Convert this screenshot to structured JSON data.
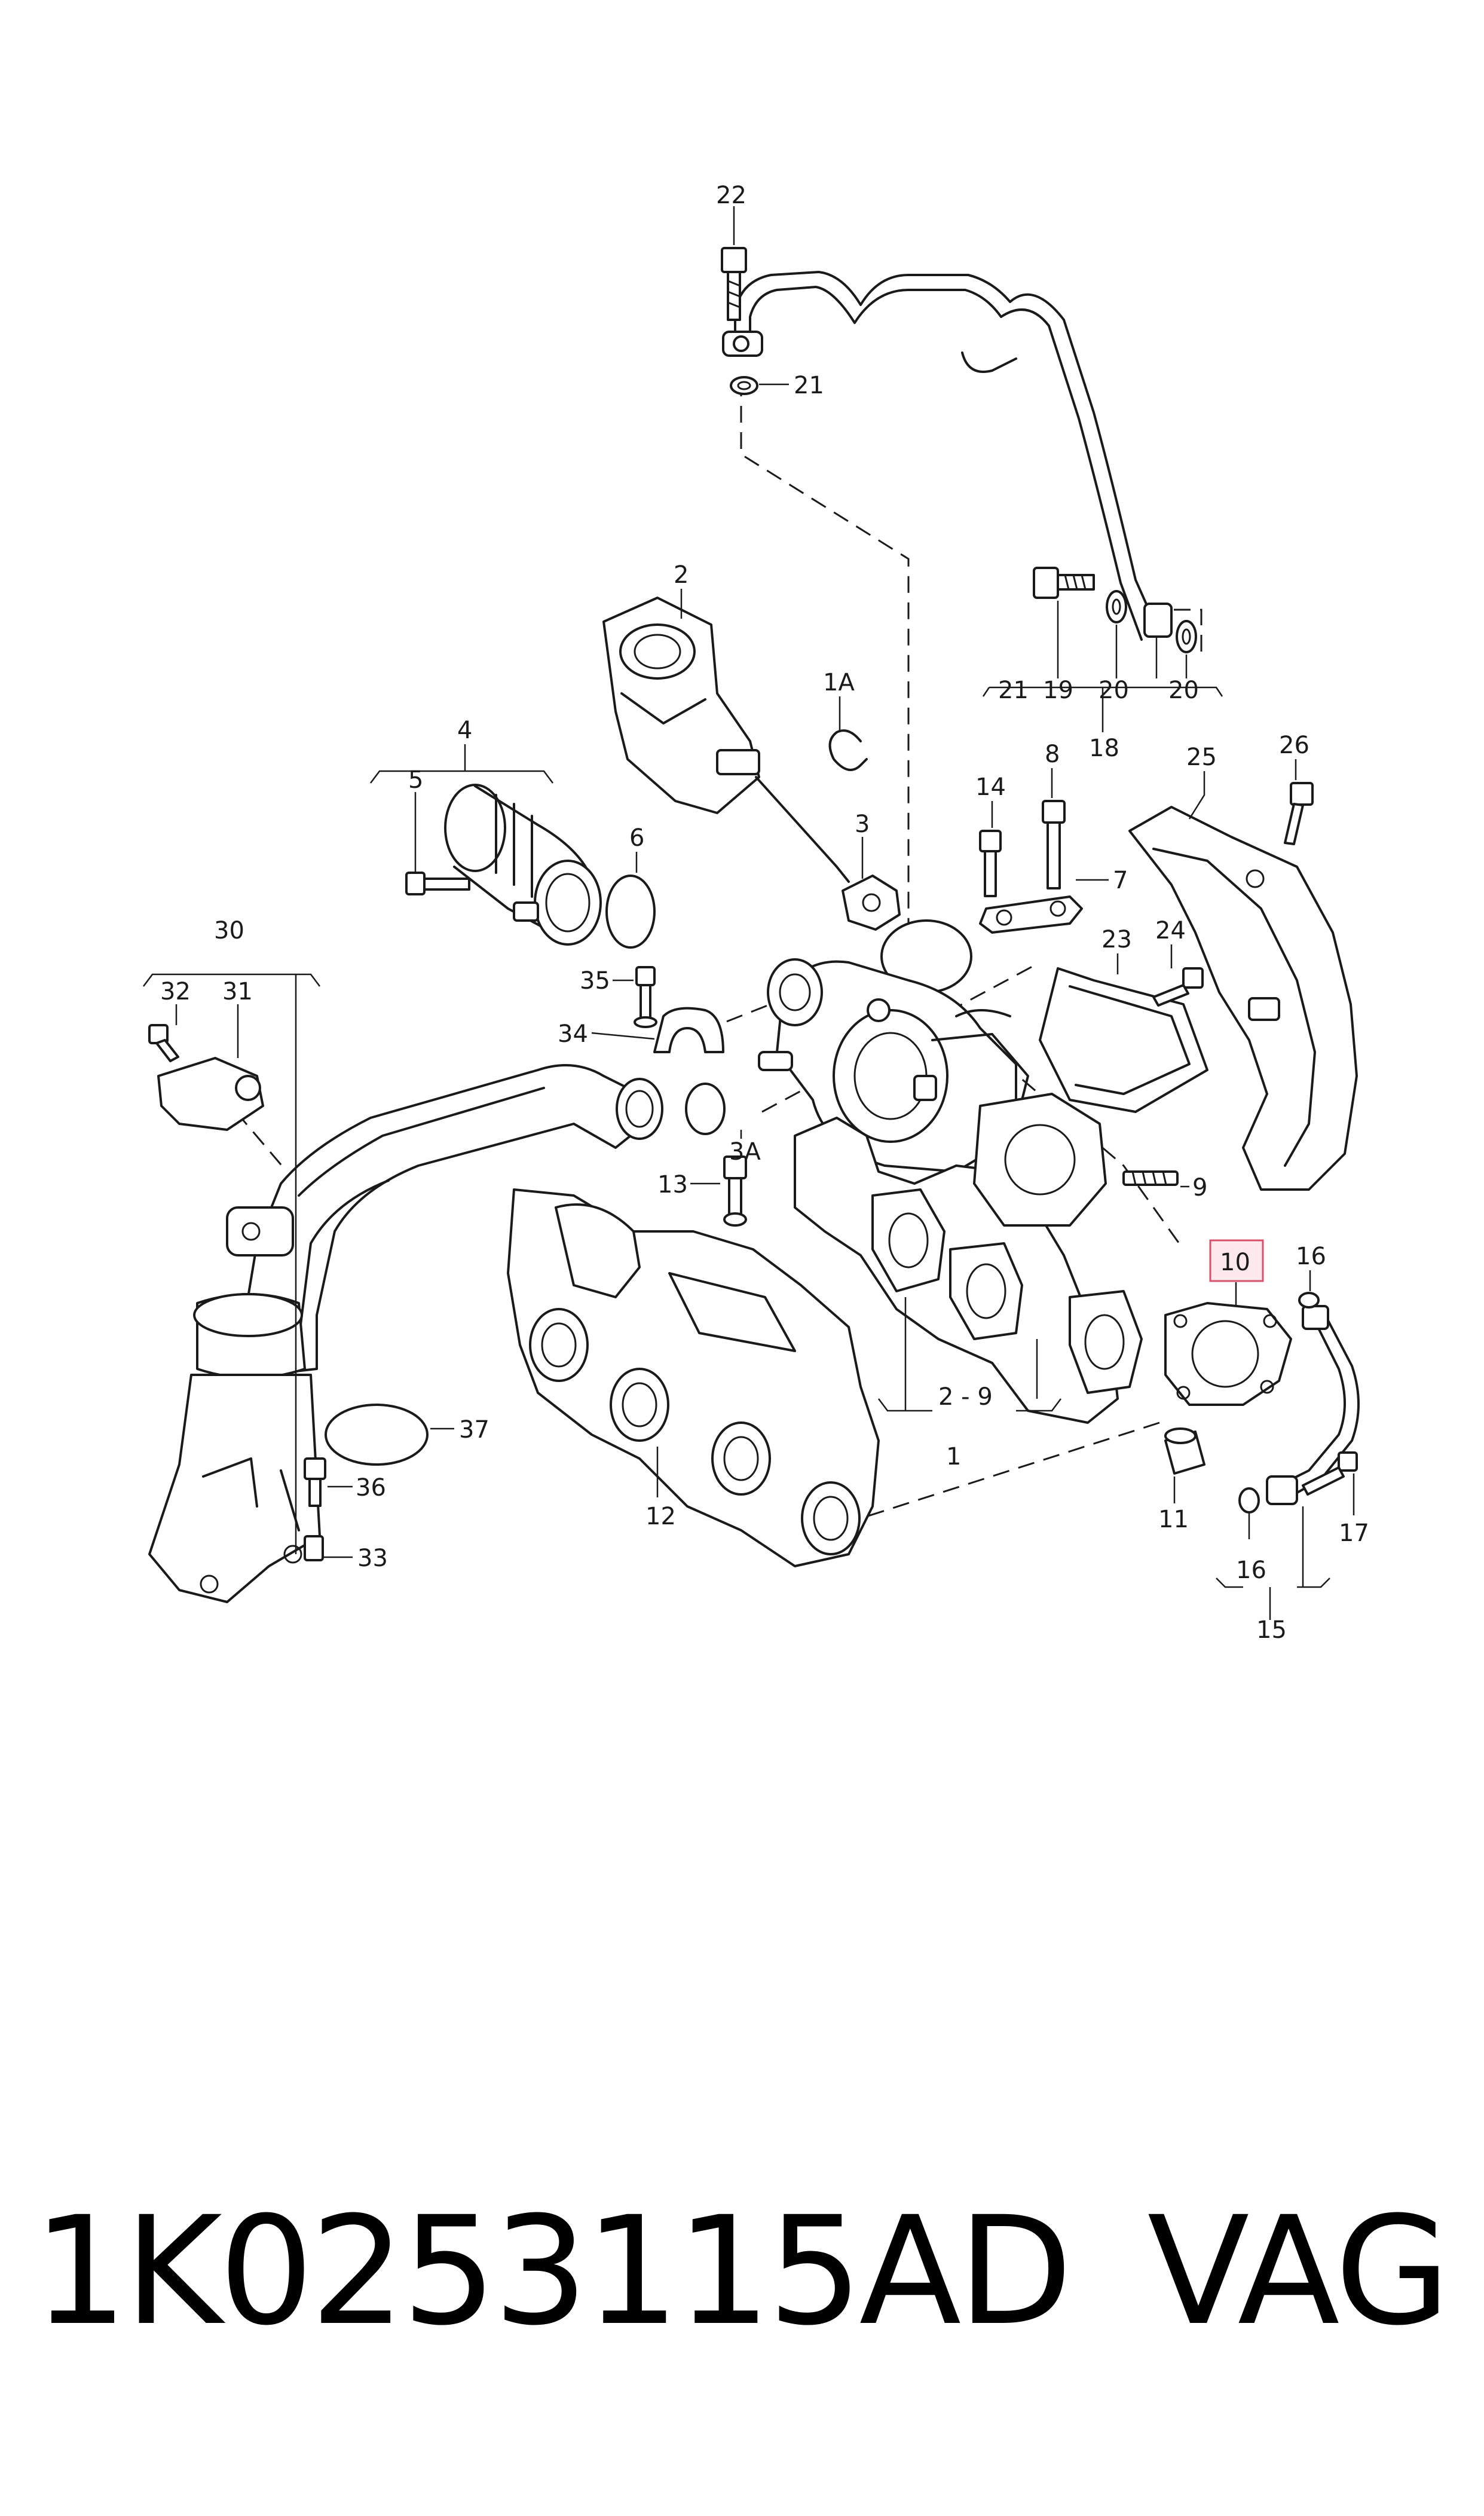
{
  "diagram": {
    "callouts": {
      "c1": "1",
      "c1A": "1A",
      "c2": "2",
      "c2_9": "2 - 9",
      "c3": "3",
      "c3A": "3A",
      "c4": "4",
      "c5": "5",
      "c6": "6",
      "c7": "7",
      "c8": "8",
      "c9": "9",
      "c10": "10",
      "c11": "11",
      "c12": "12",
      "c13": "13",
      "c14": "14",
      "c15": "15",
      "c16a": "16",
      "c16b": "16",
      "c17": "17",
      "c18": "18",
      "c19": "19",
      "c20a": "20",
      "c20b": "20",
      "c21a": "21",
      "c21b": "21",
      "c22": "22",
      "c23": "23",
      "c24": "24",
      "c25": "25",
      "c26": "26",
      "c30": "30",
      "c31": "31",
      "c32": "32",
      "c33": "33",
      "c34": "34",
      "c35": "35",
      "c36": "36",
      "c37": "37"
    },
    "highlight_color": "#d9506b"
  },
  "footer": {
    "part_number": "1K0253115AD",
    "brand": "VAG"
  }
}
